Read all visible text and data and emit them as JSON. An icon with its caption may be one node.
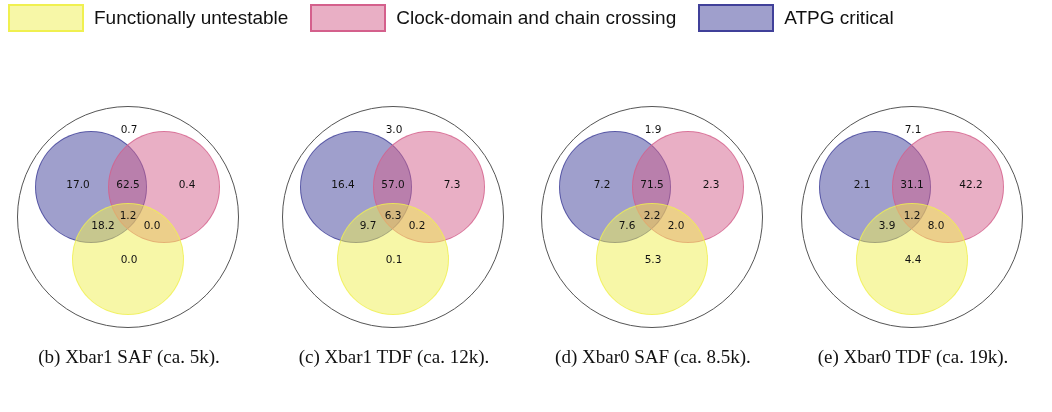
{
  "diagram": {
    "nodes": [
      {
        "text": [
          "0.7"
        ],
        "beside": [
          "(b) Xbar1 SAF (ca. 5k)."
        ]
      },
      {
        "text": [
          "17.0"
        ],
        "in": 0
      },
      {
        "text": [
          "0.4"
        ],
        "in": 0
      },
      {
        "text": [
          "0.0"
        ],
        "in": 0
      },
      {
        "text": [
          "3.0"
        ],
        "beside": [
          "(c) Xbar1 TDF (ca. 12k)."
        ]
      },
      {
        "text": [
          "16.4"
        ],
        "in": 4
      },
      {
        "text": [
          "7.3"
        ],
        "in": 4
      },
      {
        "text": [
          "0.1"
        ],
        "in": 4
      },
      {
        "text": [
          "1.9"
        ],
        "beside": [
          "(d) Xbar0 SAF (ca. 8.5k)."
        ]
      },
      {
        "text": [
          "7.2"
        ],
        "in": 8
      },
      {
        "text": [
          "2.3"
        ],
        "in": 8
      },
      {
        "text": [
          "5.3"
        ],
        "in": 8
      },
      {
        "text": [
          "7.1"
        ],
        "beside": [
          "(e) Xbar0 TDF (ca. 19k)."
        ]
      },
      {
        "text": [
          "2.1"
        ],
        "in": 12
      },
      {
        "text": [
          "42.2"
        ],
        "in": 12
      },
      {
        "text": [
          "4.4"
        ],
        "in": 12
      }
    ],
    "labels": [
      "62.5",
      "1.2",
      "18.2",
      "0.0",
      "57.0",
      "6.3",
      "9.7",
      "0.2",
      "71.5",
      "2.2",
      "7.6",
      "2.0",
      "31.1",
      "1.2",
      "3.9",
      "8.0"
    ],
    "legend": [
      {
        "text": "Functionally untestable",
        "color": "#f0f050"
      },
      {
        "text": "Clock-domain and chain crossing",
        "color": "#d4608c"
      },
      {
        "text": "ATPG critical",
        "color": "#404099"
      }
    ]
  }
}
